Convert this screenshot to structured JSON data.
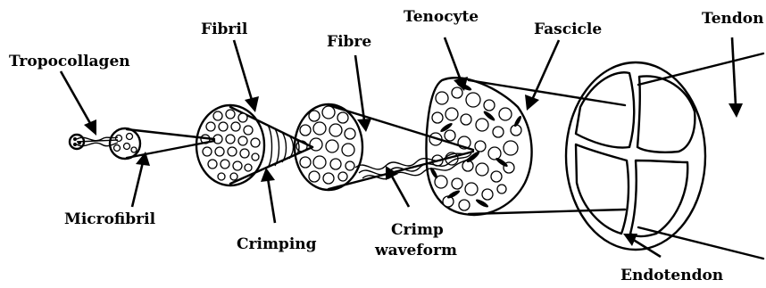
{
  "labels": {
    "tropocollagen": "Tropocollagen",
    "microfibril": "Microfibril",
    "fibril": "Fibril",
    "crimping": "Crimping",
    "fibre": "Fibre",
    "crimp_line1": "Crimp",
    "crimp_line2": "waveform",
    "tenocyte": "Tenocyte",
    "fascicle": "Fascicle",
    "tendon": "Tendon",
    "endotendon": "Endotendon"
  },
  "colors": {
    "ink": "#000000",
    "background": "#ffffff"
  }
}
